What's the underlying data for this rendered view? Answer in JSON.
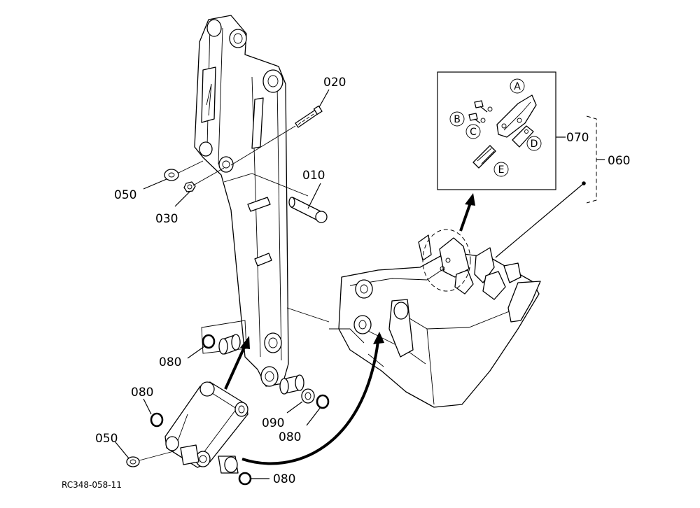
{
  "diagram": {
    "drawing_code": "RC348-058-11",
    "callouts": {
      "p010": "010",
      "p020": "020",
      "p030": "030",
      "p050_top": "050",
      "p050_bottom": "050",
      "p060": "060",
      "p070": "070",
      "p080_a": "080",
      "p080_b": "080",
      "p080_c": "080",
      "p080_d": "080",
      "p090": "090"
    },
    "inset_labels": {
      "a": "A",
      "b": "B",
      "c": "C",
      "d": "D",
      "e": "E"
    }
  }
}
